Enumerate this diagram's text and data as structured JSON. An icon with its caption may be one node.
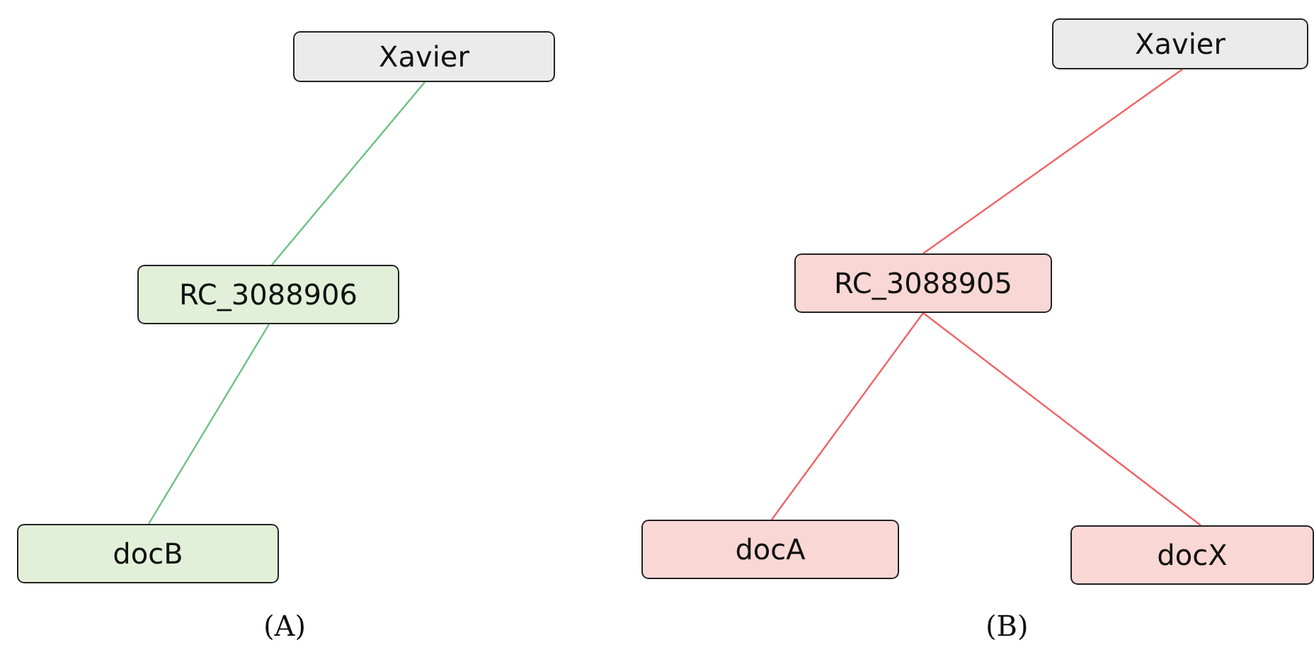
{
  "diagram": {
    "nodes": [
      {
        "text": [
          "Xavier"
        ]
      },
      {
        "text": [
          "RC_3088906"
        ]
      },
      {
        "text": [
          "docB"
        ]
      },
      {
        "text": [
          "Xavier"
        ]
      },
      {
        "text": [
          "RC_3088905"
        ]
      },
      {
        "text": [
          "docA"
        ]
      },
      {
        "text": [
          "docX"
        ]
      }
    ],
    "edges": [
      {
        "from": 0,
        "to": 1,
        "arrow": "none",
        "color": "#6cc17f"
      },
      {
        "from": 1,
        "to": 2,
        "arrow": "none",
        "color": "#6cc17f"
      },
      {
        "from": 3,
        "to": 4,
        "arrow": "none",
        "color": "#f06464"
      },
      {
        "from": 4,
        "to": 5,
        "arrow": "none",
        "color": "#f06464"
      },
      {
        "from": 4,
        "to": 6,
        "arrow": "none",
        "color": "#f06464"
      }
    ],
    "labels": [
      "(A)",
      "(B)"
    ]
  }
}
